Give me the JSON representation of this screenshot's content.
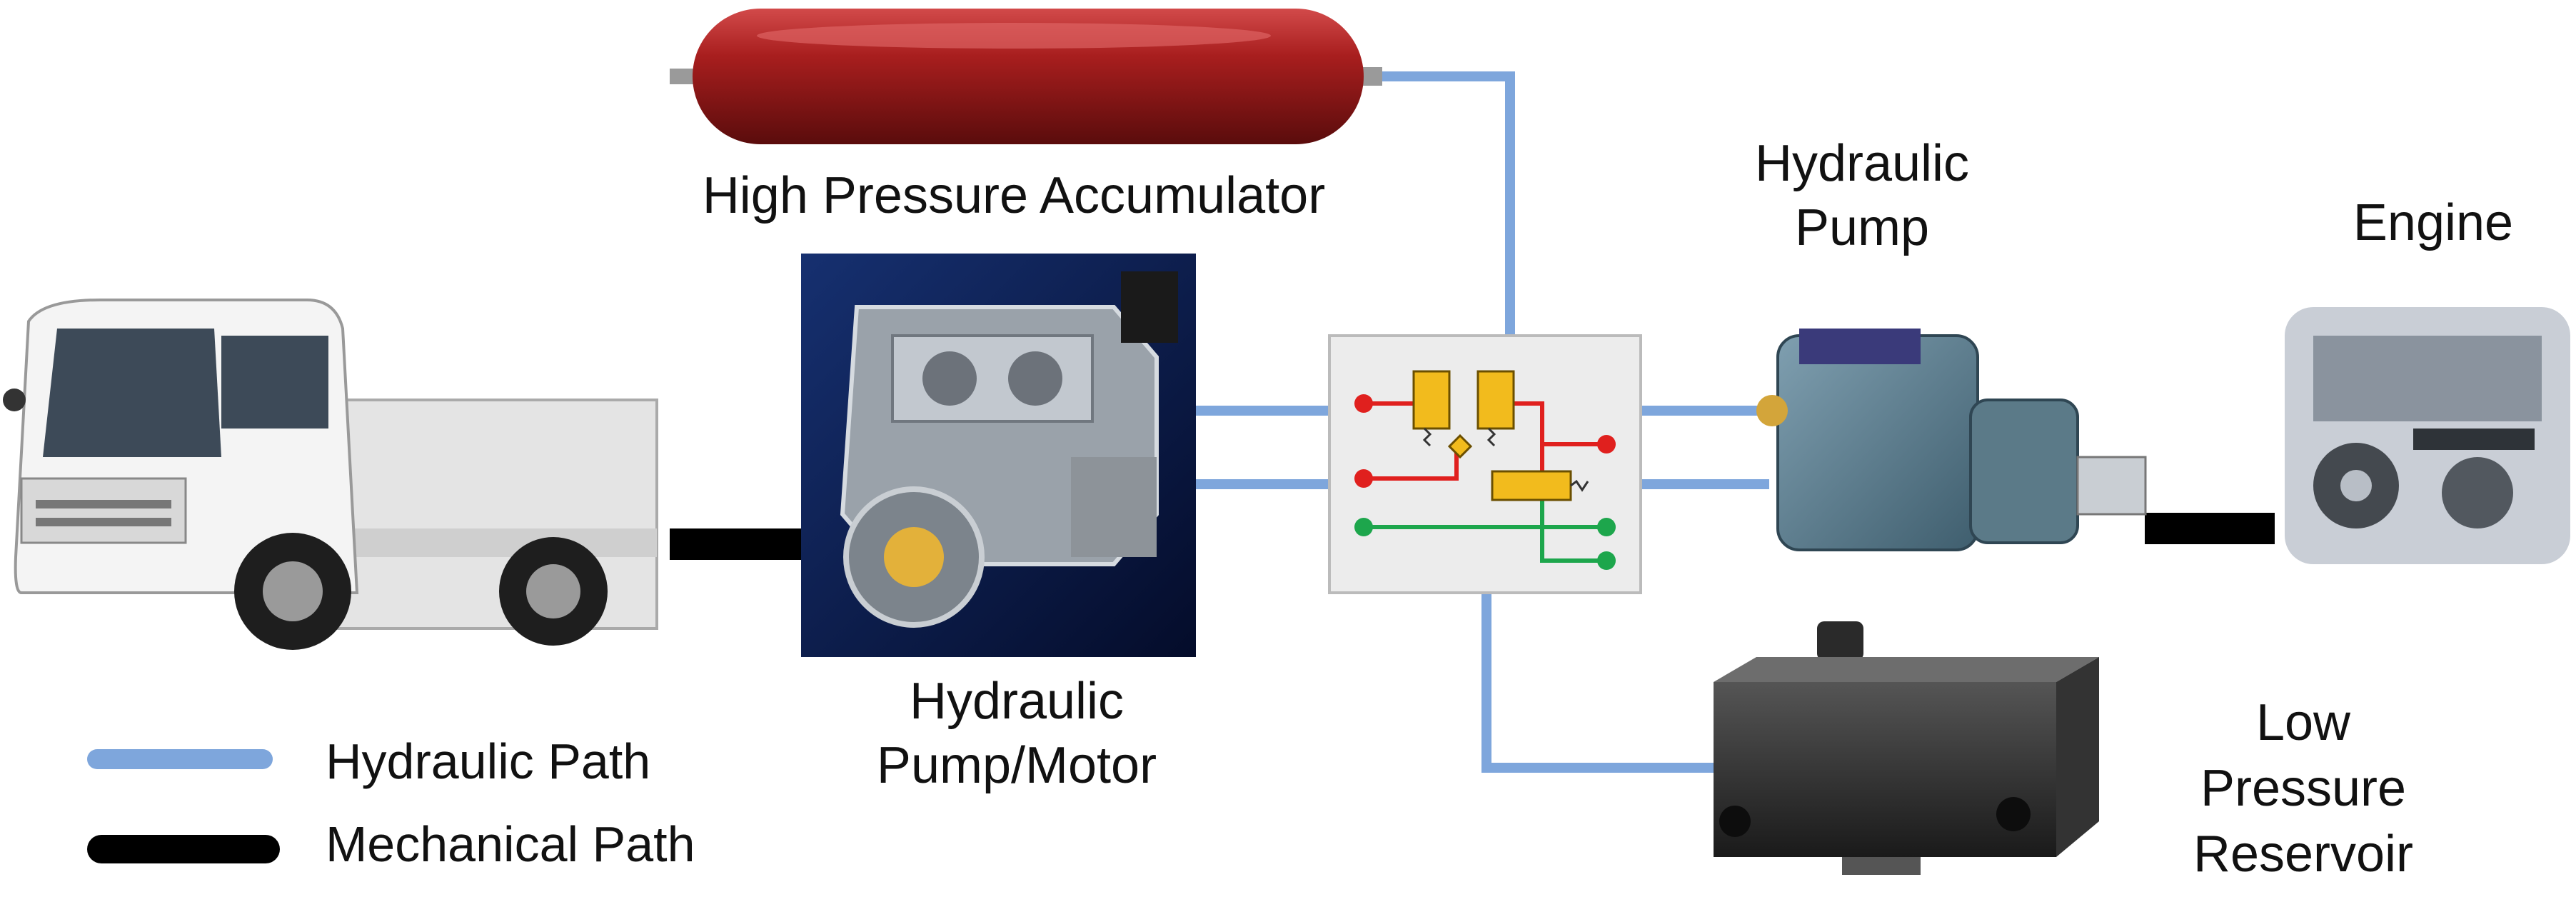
{
  "labels": {
    "accumulator": "High Pressure Accumulator",
    "pump_motor": [
      "Hydraulic",
      "Pump/Motor"
    ],
    "pump": [
      "Hydraulic",
      "Pump"
    ],
    "engine": "Engine",
    "reservoir": [
      "Low",
      "Pressure",
      "Reservoir"
    ]
  },
  "legend": [
    {
      "label": "Hydraulic Path",
      "color": "#7ea6dc"
    },
    {
      "label": "Mechanical Path",
      "color": "#000000"
    }
  ],
  "colors": {
    "hydraulic": "#7ea6dc",
    "mechanical": "#000000",
    "accumulator_body": "#9c1c1c",
    "valve_yellow": "#f2bb1d",
    "red_line": "#e0201e",
    "green_line": "#1da64c",
    "control_panel": "#ececec",
    "pump_motor_bg": "#0a1a4a"
  },
  "icons": {
    "truck": "truck-image",
    "pump_motor": "hydraulic-pump-motor-image",
    "accumulator": "accumulator-tank-image",
    "valve_block": "valve-schematic-image",
    "pump": "hydraulic-pump-image",
    "engine": "engine-image",
    "reservoir": "reservoir-tank-image"
  }
}
